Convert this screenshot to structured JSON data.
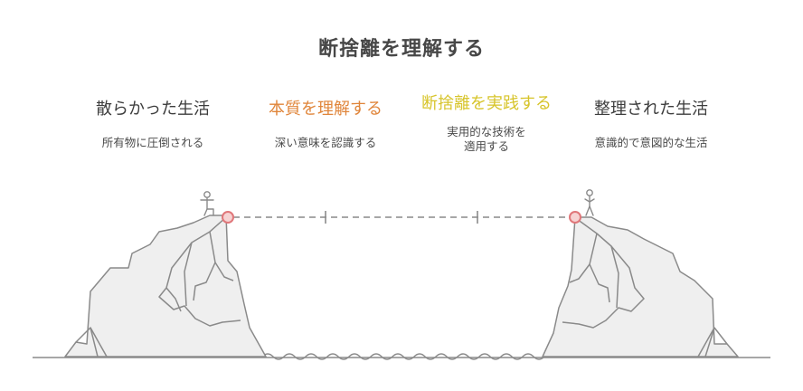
{
  "title": "断捨離を理解する",
  "stages": [
    {
      "label": "散らかった生活",
      "desc": [
        "所有物に圧倒される"
      ],
      "color": "#3d3d3d"
    },
    {
      "label": "本質を理解する",
      "desc": [
        "深い意味を認識する"
      ],
      "color": "#e0853a"
    },
    {
      "label": "断捨離を実践する",
      "desc": [
        "実用的な技術を",
        "適用する"
      ],
      "color": "#d7c42a"
    },
    {
      "label": "整理された生活",
      "desc": [
        "意識的で意図的な生活"
      ],
      "color": "#3d3d3d"
    }
  ],
  "colors": {
    "rock_fill": "#efefef",
    "rock_stroke": "#8a8a8a",
    "marker": "#e0777a"
  }
}
